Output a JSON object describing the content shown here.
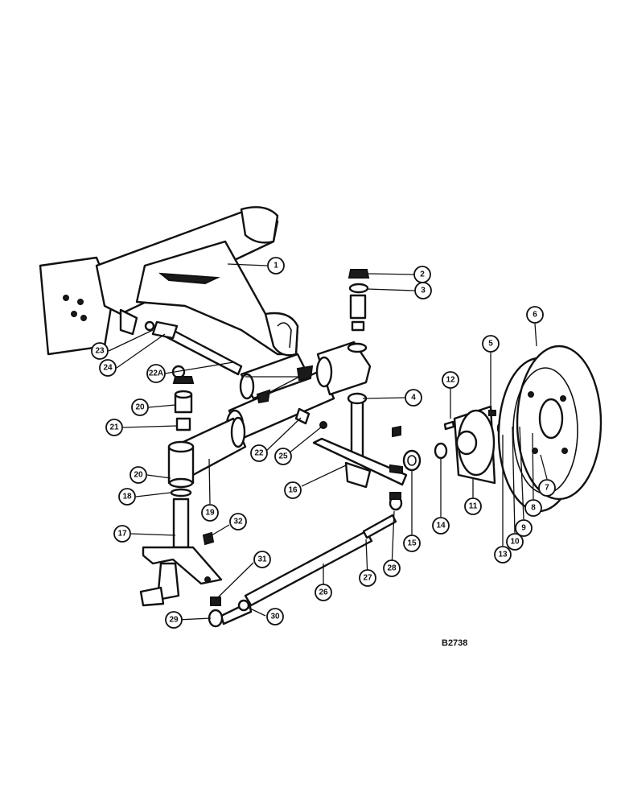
{
  "drawing_code": "B2738",
  "callouts": [
    {
      "label": "1"
    },
    {
      "label": "2"
    },
    {
      "label": "3"
    },
    {
      "label": "4"
    },
    {
      "label": "5"
    },
    {
      "label": "6"
    },
    {
      "label": "7"
    },
    {
      "label": "8"
    },
    {
      "label": "9"
    },
    {
      "label": "10"
    },
    {
      "label": "11"
    },
    {
      "label": "12"
    },
    {
      "label": "13"
    },
    {
      "label": "14"
    },
    {
      "label": "15"
    },
    {
      "label": "16"
    },
    {
      "label": "17"
    },
    {
      "label": "18"
    },
    {
      "label": "19"
    },
    {
      "label": "20"
    },
    {
      "label": "20"
    },
    {
      "label": "21"
    },
    {
      "label": "22"
    },
    {
      "label": "22A"
    },
    {
      "label": "23"
    },
    {
      "label": "24"
    },
    {
      "label": "25"
    },
    {
      "label": "26"
    },
    {
      "label": "27"
    },
    {
      "label": "28"
    },
    {
      "label": "29"
    },
    {
      "label": "30"
    },
    {
      "label": "31"
    },
    {
      "label": "32"
    }
  ]
}
